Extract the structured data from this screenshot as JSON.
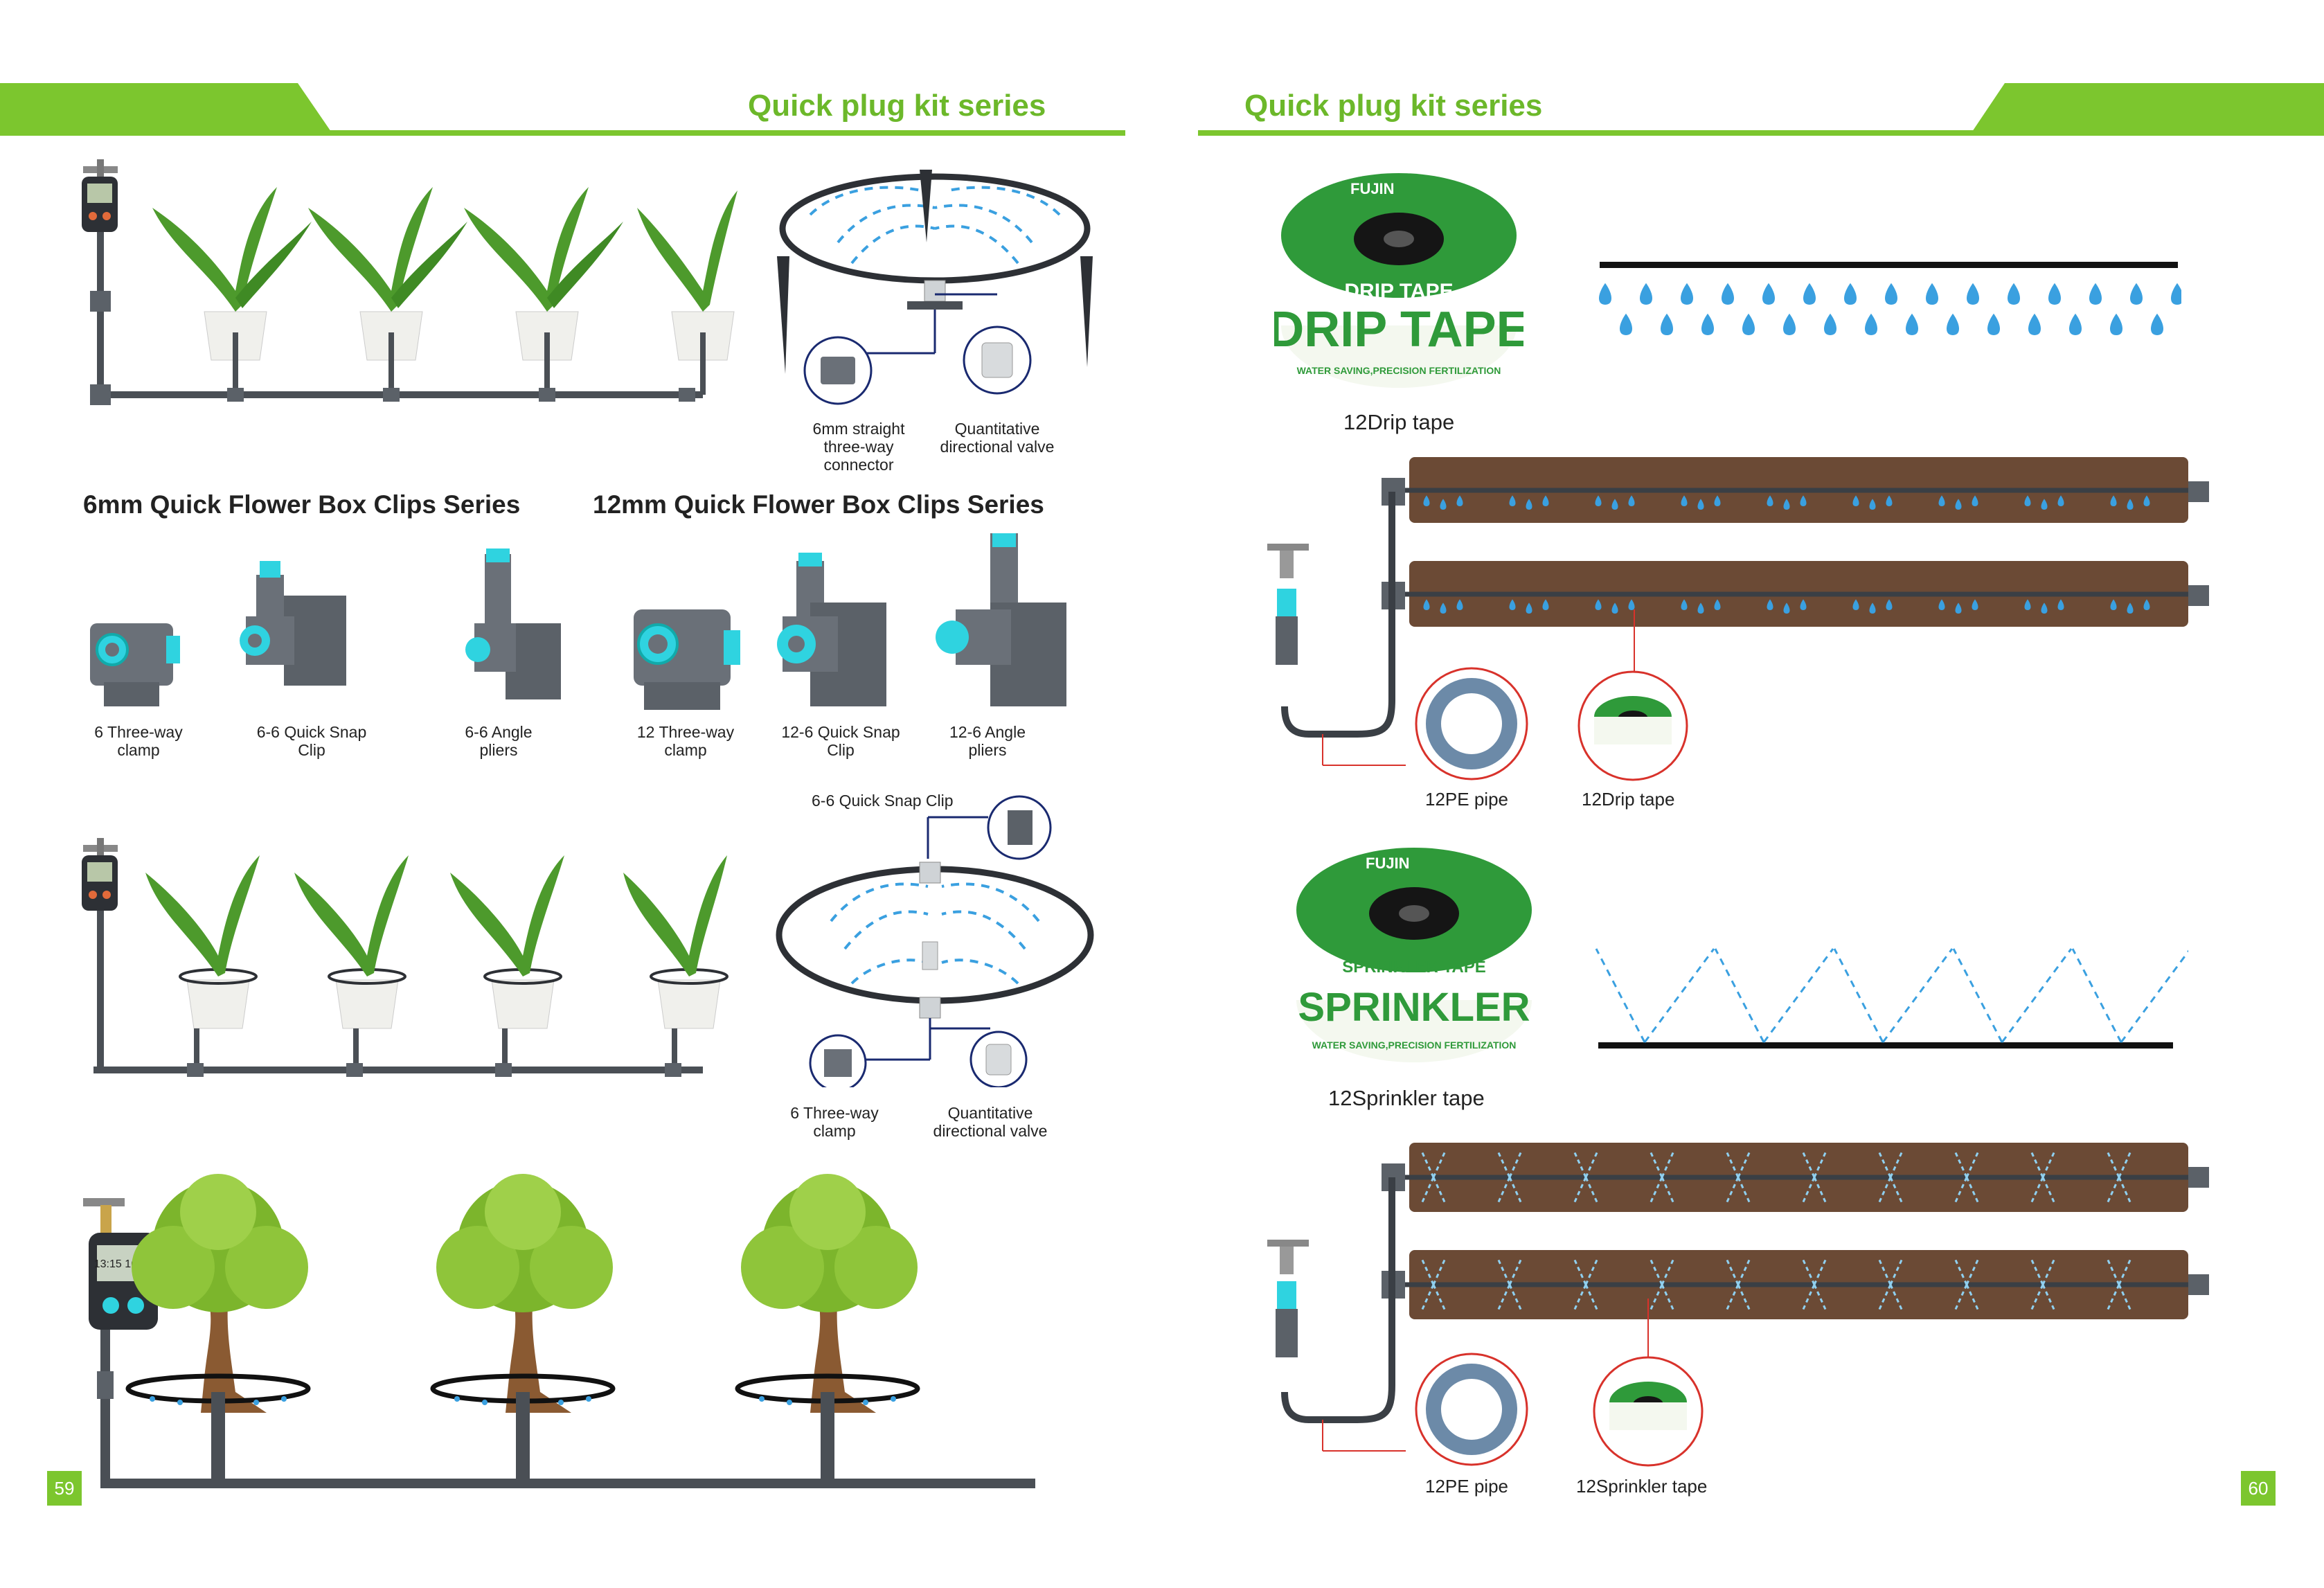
{
  "left_page": {
    "title": "Quick plug kit series",
    "page_number": "59",
    "top_diagram": {
      "connector_label": "6mm straight\nthree-way\nconnector",
      "valve_label": "Quantitative\ndirectional valve"
    },
    "series_6mm_title": "6mm Quick Flower Box Clips Series",
    "series_12mm_title": "12mm Quick Flower Box Clips Series",
    "clips": [
      {
        "label": "6 Three-way\nclamp"
      },
      {
        "label": "6-6 Quick Snap\nClip"
      },
      {
        "label": "6-6 Angle\npliers"
      },
      {
        "label": "12 Three-way\nclamp"
      },
      {
        "label": "12-6 Quick Snap\nClip"
      },
      {
        "label": "12-6 Angle\npliers"
      }
    ],
    "middle_diagram": {
      "snap_clip_label": "6-6 Quick Snap Clip",
      "clamp_label": "6 Three-way\nclamp",
      "valve_label": "Quantitative\ndirectional valve"
    },
    "timer_display": "13:15 16:00"
  },
  "right_page": {
    "title": "Quick plug kit series",
    "page_number": "60",
    "drip_product": {
      "brand": "FUJIN",
      "product_name": "DRIP TAPE",
      "band_text": "DRIP TAPE",
      "slogan": "WATER SAVING,PRECISION FERTILIZATION",
      "caption": "12Drip tape"
    },
    "drip_system": {
      "pipe_label": "12PE pipe",
      "tape_label": "12Drip tape"
    },
    "sprinkler_product": {
      "brand": "FUJIN",
      "product_name": "SPRINKLER TAPE",
      "band_text": "SPRINKLER",
      "slogan": "WATER SAVING,PRECISION FERTILIZATION",
      "caption": "12Sprinkler tape"
    },
    "sprinkler_system": {
      "pipe_label": "12PE pipe",
      "tape_label": "12Sprinkler tape"
    }
  },
  "colors": {
    "accent_green": "#7cc62e",
    "title_green": "#6cb82a",
    "pipe_grey": "#4a4f55",
    "water_blue": "#3aa0e0",
    "soil_brown": "#6b4a35",
    "callout_red": "#d8322b"
  }
}
